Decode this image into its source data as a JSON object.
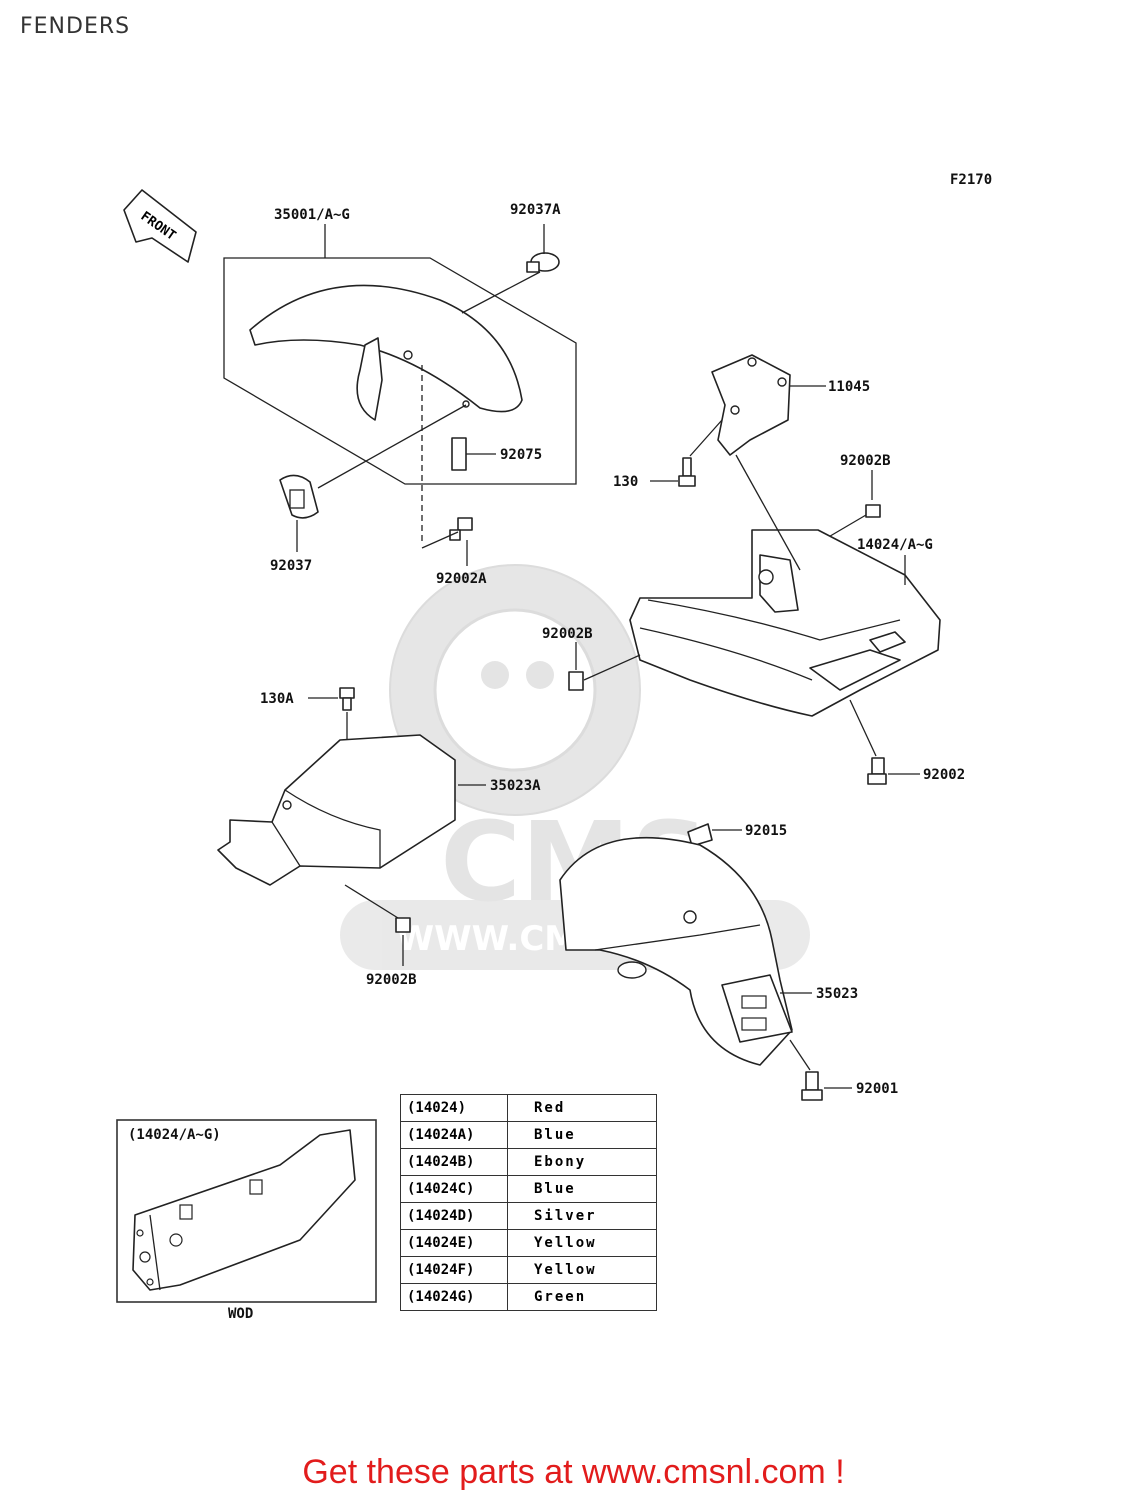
{
  "page": {
    "title": "FENDERS"
  },
  "diagram": {
    "figure_code": "F2170",
    "front_arrow_label": "FRONT",
    "callouts": {
      "p35001": "35001/A~G",
      "p92037A": "92037A",
      "p11045": "11045",
      "p92075": "92075",
      "p130": "130",
      "p92002B_top": "92002B",
      "p14024": "14024/A~G",
      "p92037": "92037",
      "p92002A": "92002A",
      "p92002B_mid": "92002B",
      "p130A": "130A",
      "p35023A": "35023A",
      "p92002": "92002",
      "p92015": "92015",
      "p35023": "35023",
      "p92002B_bot": "92002B",
      "p92001": "92001"
    },
    "inset": {
      "title": "(14024/A~G)",
      "caption": "WOD"
    },
    "watermark": {
      "text": "WWW.CMSNL.COM",
      "logo_text": "CMS"
    }
  },
  "color_table": {
    "rows": [
      {
        "code": "(14024)",
        "color": "Red"
      },
      {
        "code": "(14024A)",
        "color": "Blue"
      },
      {
        "code": "(14024B)",
        "color": "Ebony"
      },
      {
        "code": "(14024C)",
        "color": "Blue"
      },
      {
        "code": "(14024D)",
        "color": "Silver"
      },
      {
        "code": "(14024E)",
        "color": "Yellow"
      },
      {
        "code": "(14024F)",
        "color": "Yellow"
      },
      {
        "code": "(14024G)",
        "color": "Green"
      }
    ]
  },
  "footer": {
    "cta": "Get these parts at www.cmsnl.com !",
    "color": "#e21c1c"
  }
}
